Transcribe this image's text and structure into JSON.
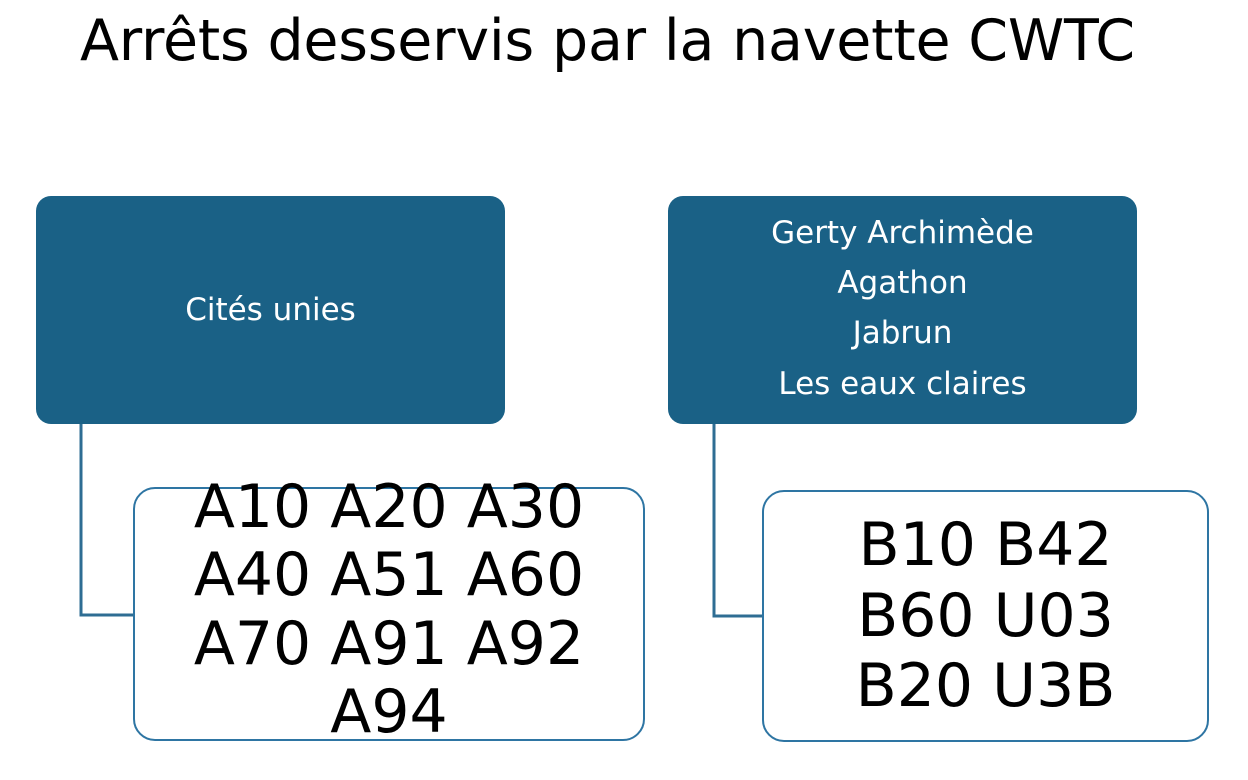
{
  "slide": {
    "title": "Arrêts desservis par la navette CWTC",
    "background_color": "#FFFFFF"
  },
  "colors": {
    "node_fill": "#1A6186",
    "node_fill_text": "#FFFFFF",
    "leaf_border": "#2E75A3",
    "leaf_fill": "#FFFFFF",
    "leaf_text": "#000000",
    "connector": "#2E6D93",
    "title_text": "#000000"
  },
  "diagram": {
    "branches": [
      {
        "id": "branch-a",
        "header": {
          "name": "cites-unies",
          "label": "Cités unies",
          "lines": [
            "Cités unies"
          ]
        },
        "leaf": {
          "name": "codes-a",
          "label": "A10 A20 A30\nA40 A51 A60\nA70 A91 A92\nA94",
          "lines": [
            "A10 A20 A30",
            "A40 A51 A60",
            "A70 A91 A92",
            "A94"
          ],
          "codes": [
            "A10",
            "A20",
            "A30",
            "A40",
            "A51",
            "A60",
            "A70",
            "A91",
            "A92",
            "A94"
          ]
        }
      },
      {
        "id": "branch-b",
        "header": {
          "name": "gerty-archimede",
          "label": "Gerty Archimède\nAgathon\nJabrun\nLes eaux claires",
          "lines": [
            "Gerty Archimède",
            "Agathon",
            "Jabrun",
            "Les eaux claires"
          ]
        },
        "leaf": {
          "name": "codes-b",
          "label": "B10 B42\nB60 U03\nB20 U3B",
          "lines": [
            "B10 B42",
            "B60 U03",
            "B20 U3B"
          ],
          "codes": [
            "B10",
            "B42",
            "B60",
            "U03",
            "B20",
            "U3B"
          ]
        }
      }
    ]
  }
}
